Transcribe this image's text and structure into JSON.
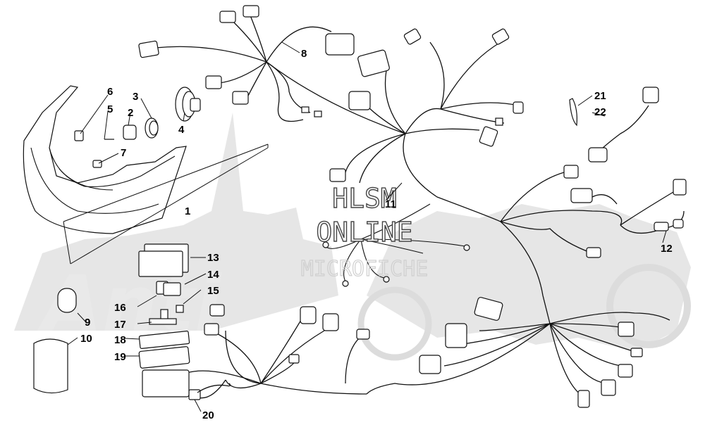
{
  "watermark": {
    "line1": "HLSM",
    "line2": "ONLINE",
    "line3": "MICROFICHE"
  },
  "callouts": [
    {
      "id": "1",
      "label": "1"
    },
    {
      "id": "2",
      "label": "2"
    },
    {
      "id": "3",
      "label": "3"
    },
    {
      "id": "4",
      "label": "4"
    },
    {
      "id": "5",
      "label": "5"
    },
    {
      "id": "6",
      "label": "6"
    },
    {
      "id": "7",
      "label": "7"
    },
    {
      "id": "8",
      "label": "8"
    },
    {
      "id": "9",
      "label": "9"
    },
    {
      "id": "10",
      "label": "10"
    },
    {
      "id": "11",
      "label": "11"
    },
    {
      "id": "12",
      "label": "12"
    },
    {
      "id": "13",
      "label": "13"
    },
    {
      "id": "14",
      "label": "14"
    },
    {
      "id": "15",
      "label": "15"
    },
    {
      "id": "16",
      "label": "16"
    },
    {
      "id": "17",
      "label": "17"
    },
    {
      "id": "18",
      "label": "18"
    },
    {
      "id": "19",
      "label": "19"
    },
    {
      "id": "20",
      "label": "20"
    },
    {
      "id": "21",
      "label": "21"
    },
    {
      "id": "22",
      "label": "22"
    }
  ]
}
